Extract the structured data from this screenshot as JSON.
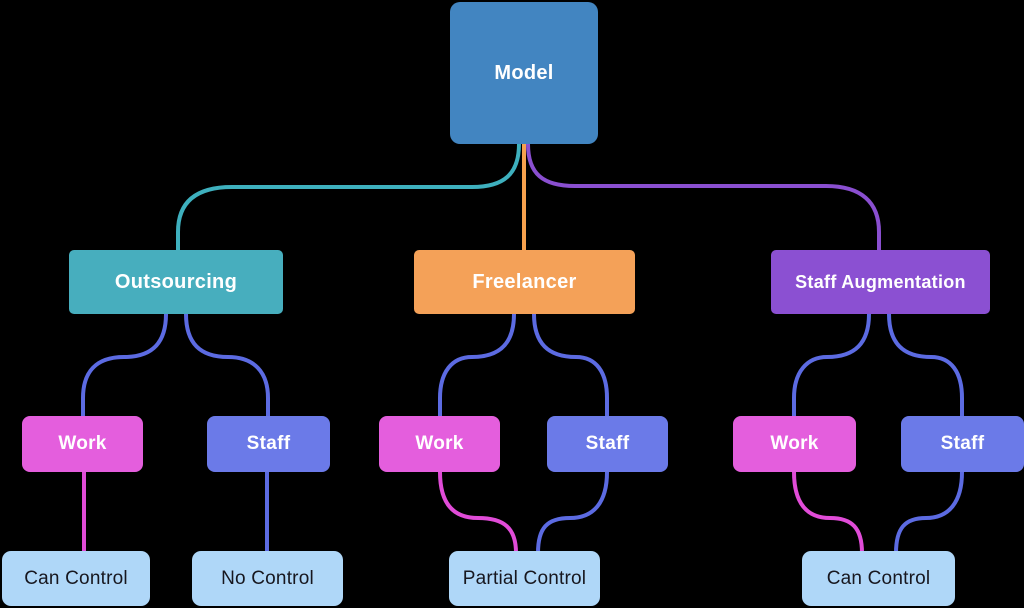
{
  "diagram": {
    "background_color": "#000000",
    "nodes": {
      "model": {
        "label": "Model",
        "color": "#4285C1",
        "text_color": "#FFFFFF"
      },
      "outsourcing": {
        "label": "Outsourcing",
        "color": "#47AEBE",
        "text_color": "#FFFFFF"
      },
      "freelancer": {
        "label": "Freelancer",
        "color": "#F4A158",
        "text_color": "#FFFFFF"
      },
      "staff_augmentation": {
        "label": "Staff Augmentation",
        "color": "#8B50D2",
        "text_color": "#FFFFFF"
      },
      "outsourcing_work": {
        "label": "Work",
        "color": "#E45EDD"
      },
      "outsourcing_staff": {
        "label": "Staff",
        "color": "#6B7AE8"
      },
      "freelancer_work": {
        "label": "Work",
        "color": "#E45EDD"
      },
      "freelancer_staff": {
        "label": "Staff",
        "color": "#6B7AE8"
      },
      "staff_augmentation_work": {
        "label": "Work",
        "color": "#E45EDD"
      },
      "staff_augmentation_staff": {
        "label": "Staff",
        "color": "#6B7AE8"
      },
      "outsourcing_work_outcome": {
        "label": "Can Control",
        "color": "#AFD7F8",
        "text_color": "#17171F"
      },
      "outsourcing_staff_outcome": {
        "label": "No Control",
        "color": "#AFD7F8",
        "text_color": "#17171F"
      },
      "freelancer_outcome": {
        "label": "Partial Control",
        "color": "#AFD7F8",
        "text_color": "#17171F"
      },
      "staff_augmentation_outcome": {
        "label": "Can Control",
        "color": "#AFD7F8",
        "text_color": "#17171F"
      }
    },
    "connector_colors": {
      "model_to_outsourcing": "#3EB0BE",
      "model_to_freelancer": "#F6A14E",
      "model_to_staff_augmentation": "#8A4FD0",
      "branch_to_work_staff": "#5C6BE2",
      "work_to_outcome": "#E14CD8",
      "staff_to_outcome": "#5C6BE2"
    }
  }
}
